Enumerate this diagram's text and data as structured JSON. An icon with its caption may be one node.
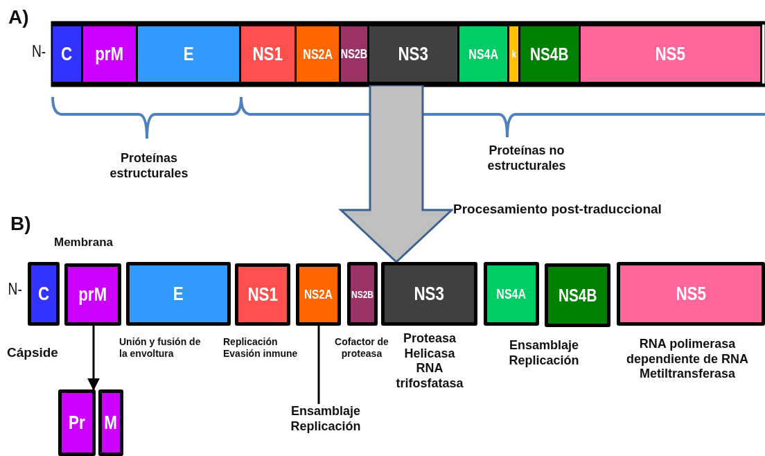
{
  "diagram": {
    "nodes": [
      {
        "text": [
          "C"
        ]
      },
      {
        "text": [
          "prM"
        ]
      },
      {
        "text": [
          "E"
        ]
      },
      {
        "text": [
          "NS1"
        ]
      },
      {
        "text": [
          "NS2A"
        ]
      },
      {
        "text": [
          "NS2B"
        ]
      },
      {
        "text": [
          "NS3"
        ]
      },
      {
        "text": [
          "NS4A"
        ]
      },
      {
        "text": [
          "k"
        ]
      },
      {
        "text": [
          "NS4B"
        ]
      },
      {
        "text": [
          "NS5"
        ]
      },
      {
        "text": [
          "C"
        ],
        "beside": [
          "Cápside"
        ]
      },
      {
        "text": [
          "prM"
        ],
        "beside": [
          "Membrana"
        ]
      },
      {
        "text": [
          "E"
        ],
        "beside": [
          "Unión y fusión de la envoltura"
        ]
      },
      {
        "text": [
          "NS1"
        ],
        "beside": [
          "Replicación Evasión inmune"
        ]
      },
      {
        "text": [
          "NS2A"
        ]
      },
      {
        "text": [
          "NS2B"
        ],
        "beside": [
          "Cofactor de proteasa"
        ]
      },
      {
        "text": [
          "NS3"
        ],
        "beside": [
          "Proteasa Helicasa RNA trifosfatasa"
        ]
      },
      {
        "text": [
          "NS4A"
        ]
      },
      {
        "text": [
          "NS4B"
        ]
      },
      {
        "text": [
          "NS5"
        ],
        "beside": [
          "RNA polimerasa dependiente de RNA Metiltransferasa"
        ]
      },
      {
        "text": [
          "Pr"
        ]
      },
      {
        "text": [
          "M"
        ]
      },
      {
        "text": [
          "Ensamblaje Replicación"
        ]
      }
    ],
    "edges": [
      {
        "from": 6,
        "to": 17,
        "arrow": "to",
        "label": "Procesamiento post-traduccional",
        "style": "thick",
        "color": "#bfbfbf"
      },
      {
        "from": 12,
        "to": 21,
        "arrow": "to"
      },
      {
        "from": 23,
        "to": 15,
        "arrow": "none"
      }
    ],
    "labels": [
      "A)",
      "N-",
      "Proteínas estructurales",
      "Proteínas no estructurales",
      "B)",
      "N-",
      "Ensamblaje Replicación"
    ]
  }
}
